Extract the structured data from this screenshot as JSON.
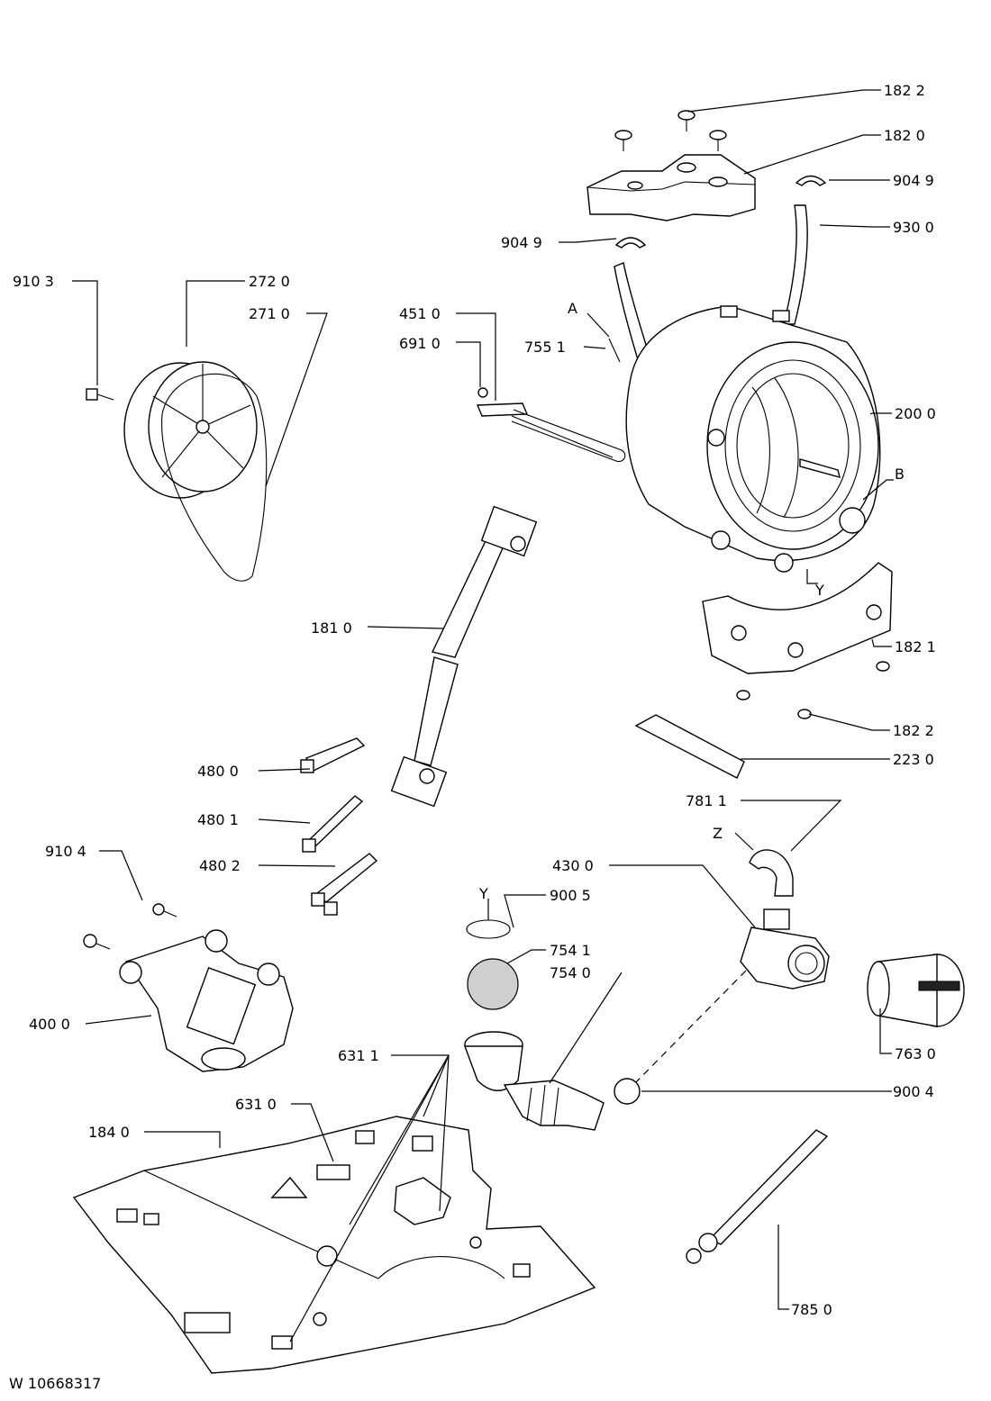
{
  "diagram": {
    "footer_code": "W 10668317",
    "callouts": {
      "c1822a": "182 2",
      "c1820": "182 0",
      "c9049a": "904 9",
      "c9049b": "904 9",
      "c9300": "930 0",
      "c9103": "910 3",
      "c2720": "272 0",
      "c2710": "271 0",
      "c4510": "451 0",
      "c6910": "691 0",
      "cA": "A",
      "c7551": "755 1",
      "c2000": "200 0",
      "cB": "B",
      "cY1": "Y",
      "c1821": "182 1",
      "c1810": "181 0",
      "c1822b": "182 2",
      "c2230": "223 0",
      "c4800": "480 0",
      "c4801": "480 1",
      "c4802": "480 2",
      "c7811": "781 1",
      "cZ": "Z",
      "c9104": "910 4",
      "c4300": "430 0",
      "cY2": "Y",
      "c9005": "900 5",
      "c7541": "754 1",
      "c7540": "754 0",
      "c4000": "400 0",
      "c7630": "763 0",
      "c6311": "631 1",
      "c9004": "900 4",
      "c6310": "631 0",
      "c1840": "184 0",
      "c7850": "785 0"
    }
  }
}
